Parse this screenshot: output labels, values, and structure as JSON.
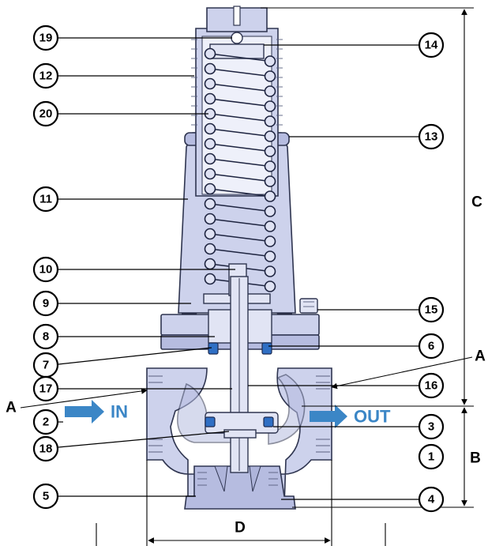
{
  "callouts": [
    {
      "label": "19"
    },
    {
      "label": "12"
    },
    {
      "label": "20"
    },
    {
      "label": "11"
    },
    {
      "label": "10"
    },
    {
      "label": "9"
    },
    {
      "label": "8"
    },
    {
      "label": "7"
    },
    {
      "label": "17"
    },
    {
      "label": "2"
    },
    {
      "label": "18"
    },
    {
      "label": "5"
    },
    {
      "label": "14"
    },
    {
      "label": "13"
    },
    {
      "label": "15"
    },
    {
      "label": "6"
    },
    {
      "label": "16"
    },
    {
      "label": "3"
    },
    {
      "label": "1"
    },
    {
      "label": "4"
    }
  ],
  "dimensions": {
    "a_left": "A",
    "a_right": "A",
    "b": "B",
    "c": "C",
    "d": "D"
  },
  "flow": {
    "inlet": "IN",
    "outlet": "OUT",
    "arrow_color": "#3b86c6"
  },
  "colors": {
    "body": "#cdd2ec",
    "outline": "#2f3550",
    "seal": "#2f6fc4"
  }
}
